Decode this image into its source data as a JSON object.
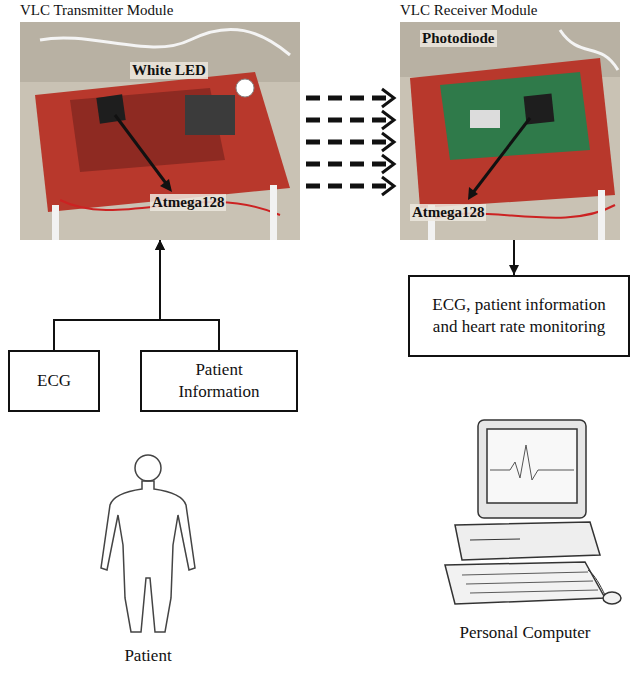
{
  "diagram": {
    "nodes": [
      {
        "text": [
          "VLC Transmitter Module",
          "White LED",
          "Atmega128"
        ]
      },
      {
        "text": [
          "VLC Receiver Module",
          "Photodiode",
          "Atmega128"
        ]
      },
      {
        "text": [
          "ECG"
        ]
      },
      {
        "text": [
          "Patient Information"
        ]
      },
      {
        "text": [
          "ECG, patient information and heart rate monitoring"
        ]
      }
    ],
    "edges": [
      {
        "from": 2,
        "to": 0,
        "arrow": "to"
      },
      {
        "from": 3,
        "to": 0,
        "arrow": "to"
      },
      {
        "from": 0,
        "to": 1,
        "arrow": "to"
      },
      {
        "from": 1,
        "to": 4,
        "arrow": "to"
      }
    ],
    "labels": [
      "Patient",
      "Personal Computer"
    ]
  }
}
